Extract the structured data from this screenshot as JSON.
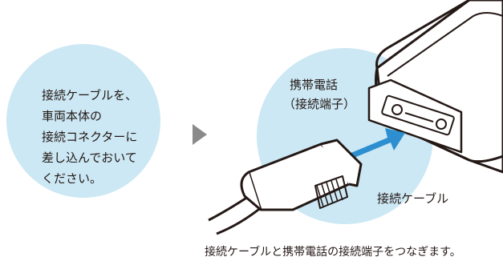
{
  "instruction": {
    "lines": [
      "接続ケーブルを、",
      "車両本体の",
      "接続コネクターに",
      "差し込んでおいて",
      "ください。"
    ]
  },
  "labels": {
    "phone_line1": "携帯電話",
    "phone_line2": "（接続端子）",
    "cable": "接続ケーブル"
  },
  "caption": "接続ケーブルと携帯電話の接続端子をつなぎます。",
  "icons": [
    "arrow-right-icon",
    "insert-arrow-icon"
  ],
  "colors": {
    "circle": "#cce8f4",
    "insert_arrow": "#2e8fd0",
    "pointer": "#8a8a8a",
    "ink": "#231815"
  }
}
